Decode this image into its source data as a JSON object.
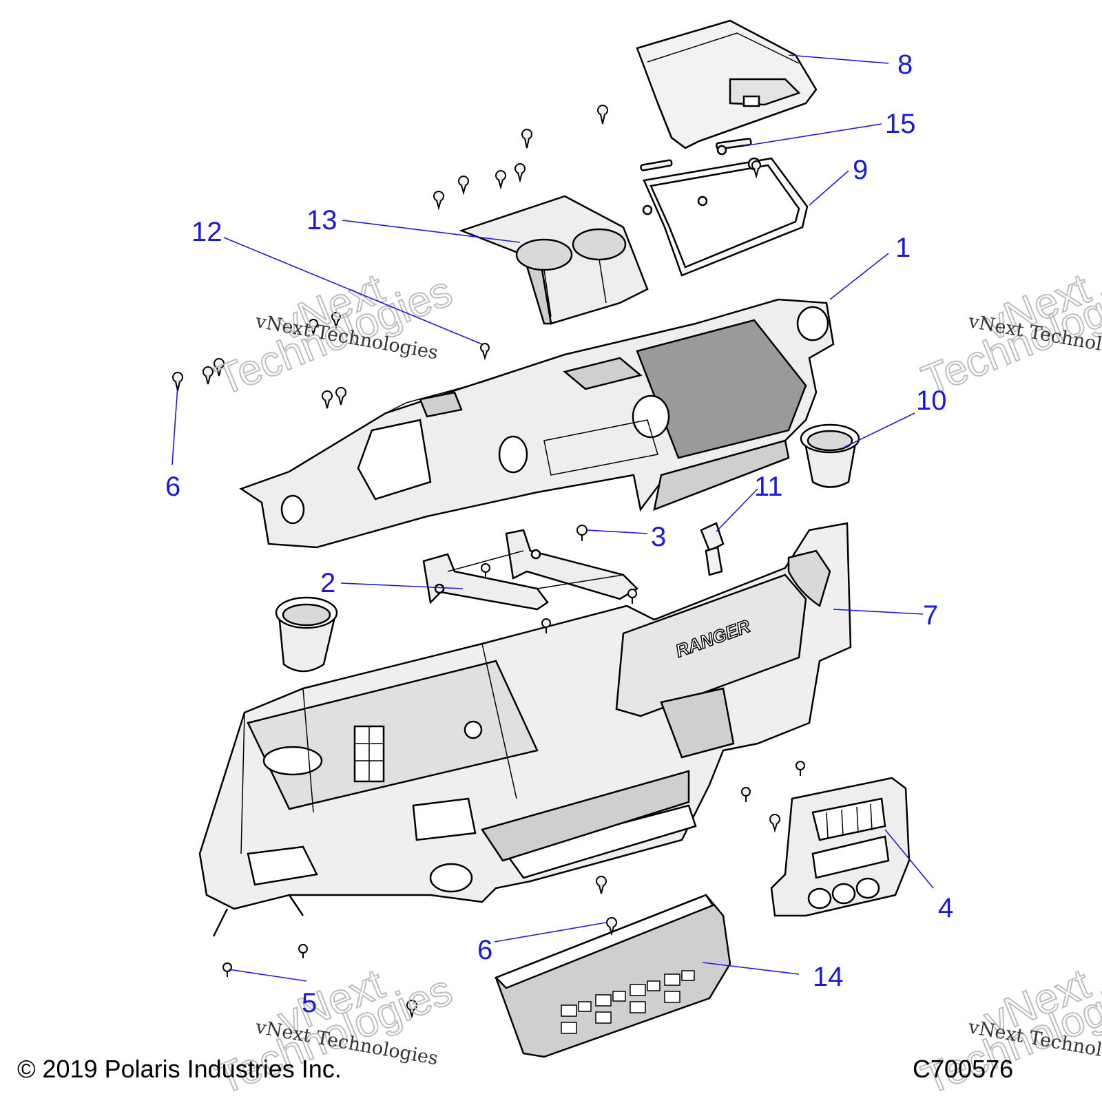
{
  "diagram": {
    "callouts": {
      "c1": "1",
      "c2": "2",
      "c3": "3",
      "c4": "4",
      "c5": "5",
      "c6a": "6",
      "c6b": "6",
      "c7": "7",
      "c8": "8",
      "c9": "9",
      "c10": "10",
      "c11": "11",
      "c12": "12",
      "c13": "13",
      "c14": "14",
      "c15": "15"
    },
    "panel_logo": "RANGER",
    "watermark": {
      "line": "vNext Technologies",
      "big_line1": "vNext",
      "big_line2": "Technologies"
    }
  },
  "footer": {
    "copyright": "© 2019 Polaris Industries Inc.",
    "code": "C700576"
  },
  "colors": {
    "callout": "#1a1ad6",
    "part_fill": "#f2f2f2",
    "part_shade": "#cfcfcf",
    "line": "#000000"
  }
}
